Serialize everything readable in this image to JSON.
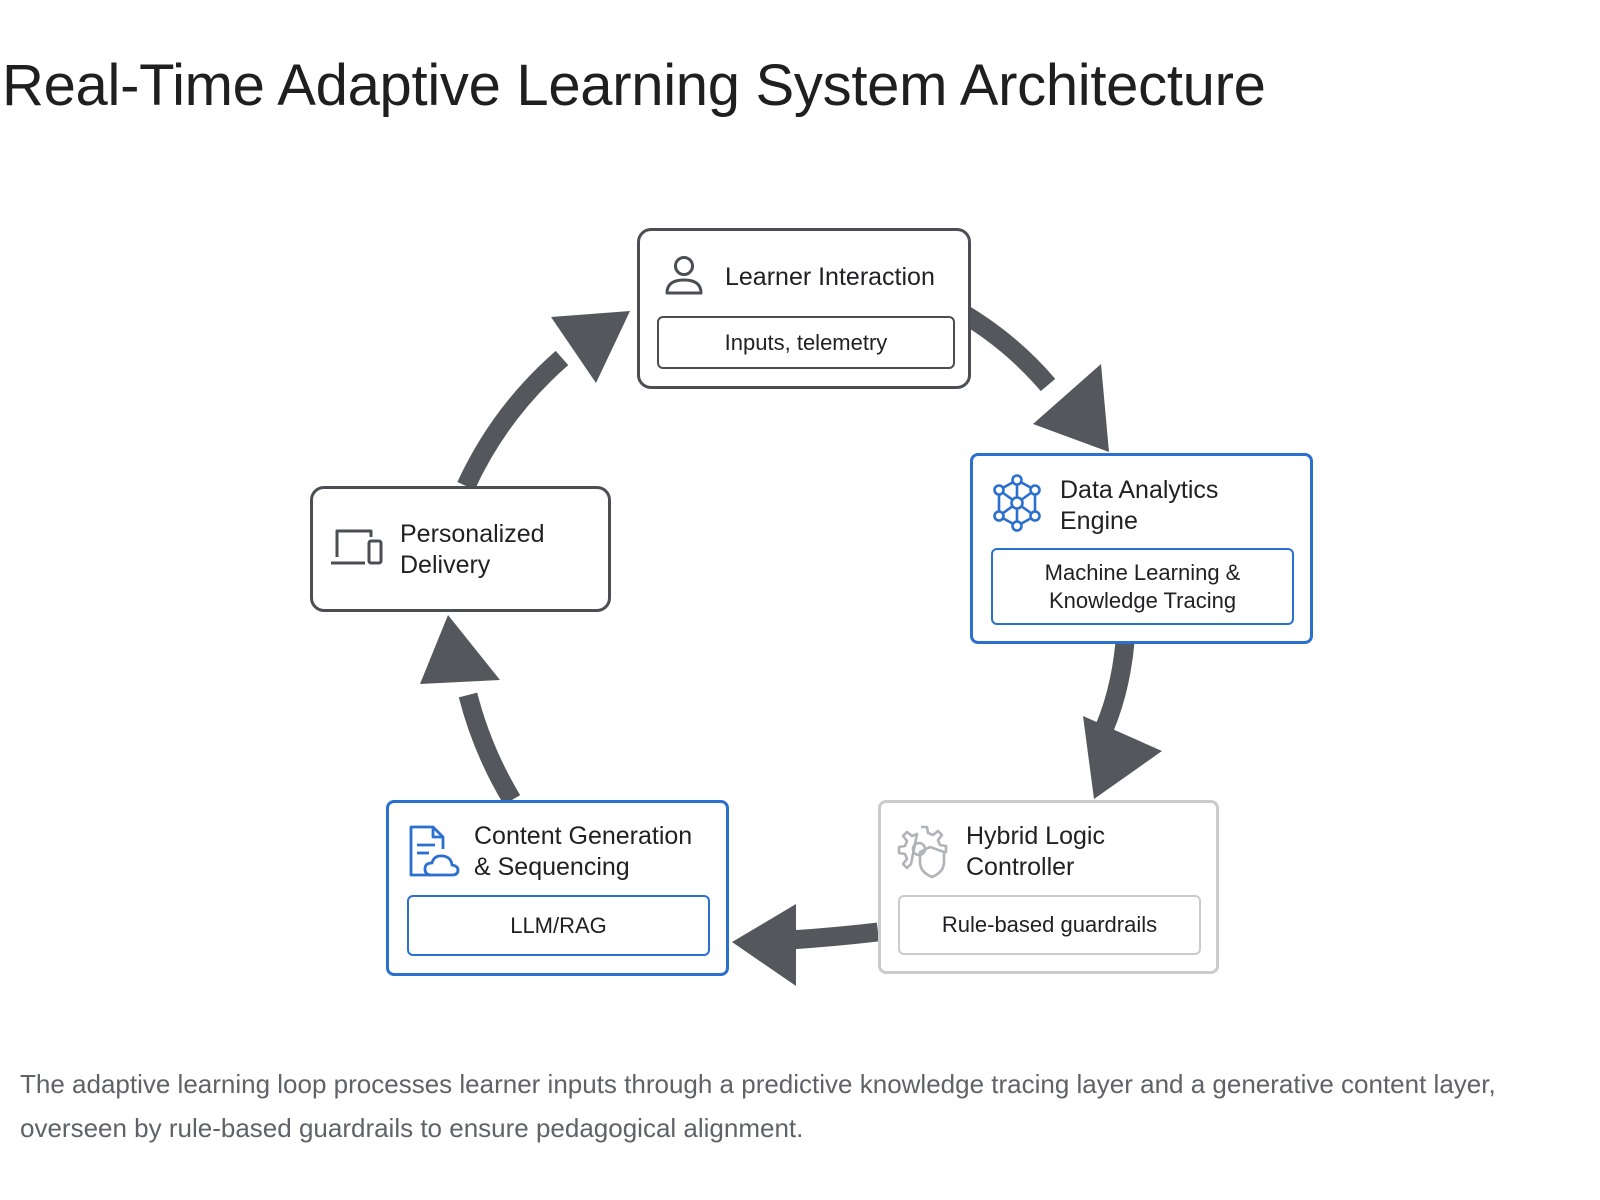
{
  "title": "Real-Time Adaptive Learning System Architecture",
  "diagram": {
    "nodes": [
      {
        "id": "learner-interaction",
        "title": "Learner Interaction",
        "detail": "Inputs, telemetry",
        "icon": "person-icon",
        "style": "dark"
      },
      {
        "id": "data-analytics",
        "title": "Data Analytics\nEngine",
        "detail": "Machine Learning &\nKnowledge Tracing",
        "icon": "neural-network-icon",
        "style": "blue"
      },
      {
        "id": "hybrid-logic",
        "title": "Hybrid Logic\nController",
        "detail": "Rule-based guardrails",
        "icon": "gear-shield-icon",
        "style": "light"
      },
      {
        "id": "content-generation",
        "title": "Content Generation\n& Sequencing",
        "detail": "LLM/RAG",
        "icon": "document-cloud-icon",
        "style": "blue"
      },
      {
        "id": "personalized-delivery",
        "title": "Personalized\nDelivery",
        "icon": "devices-icon",
        "style": "dark"
      }
    ],
    "edges": [
      {
        "from": "learner-interaction",
        "to": "data-analytics"
      },
      {
        "from": "data-analytics",
        "to": "hybrid-logic"
      },
      {
        "from": "hybrid-logic",
        "to": "content-generation"
      },
      {
        "from": "content-generation",
        "to": "personalized-delivery"
      },
      {
        "from": "personalized-delivery",
        "to": "learner-interaction"
      }
    ],
    "colors": {
      "arrow": "#54585d",
      "dark_border": "#4b4f54",
      "blue_border": "#2b6fcf",
      "light_border": "#c9cbcf"
    }
  },
  "caption": "The adaptive learning loop processes learner inputs through a predictive knowledge tracing layer and a generative content layer, overseen by rule-based guardrails to ensure pedagogical alignment."
}
